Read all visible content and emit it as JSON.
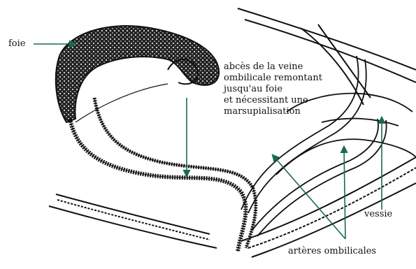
{
  "labels": {
    "liver": "foie",
    "abscess": [
      "abcès de la veine",
      "ombilicale remontant",
      "jusqu'au foie",
      "et nécessitant une",
      "marsupialisation"
    ],
    "bladder": "vessie",
    "arteries": "artères ombilicales"
  },
  "colors": {
    "arrow": "#1b6b4a",
    "ink": "#111111",
    "background": "#ffffff"
  }
}
